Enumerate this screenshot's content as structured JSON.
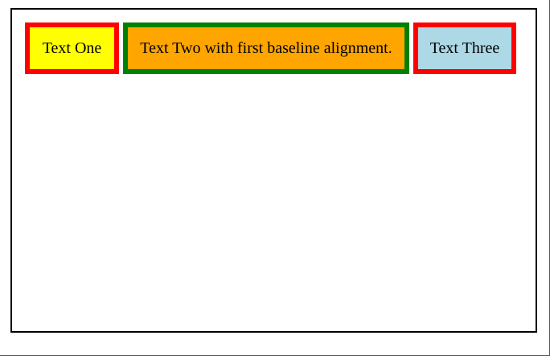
{
  "items": [
    {
      "label": "Text One",
      "border_color": "#ff0000",
      "background_color": "#ffff00"
    },
    {
      "label": "Text Two with first baseline alignment.",
      "border_color": "#008000",
      "background_color": "#ffa500"
    },
    {
      "label": "Text Three",
      "border_color": "#ff0000",
      "background_color": "#add8e6"
    }
  ],
  "container_border_color": "#000000",
  "page_background": "#ffffff"
}
